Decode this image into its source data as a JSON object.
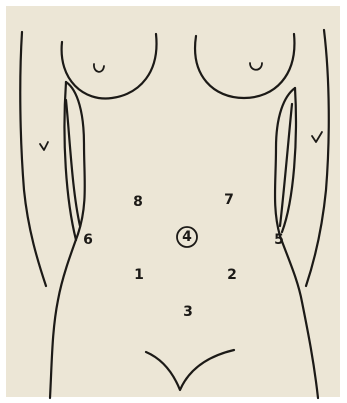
{
  "diagram": {
    "regions": [
      {
        "id": "region-1",
        "label": "1"
      },
      {
        "id": "region-2",
        "label": "2"
      },
      {
        "id": "region-3",
        "label": "3"
      },
      {
        "id": "region-4",
        "label": "4",
        "circled": true
      },
      {
        "id": "region-5",
        "label": "5"
      },
      {
        "id": "region-6",
        "label": "6"
      },
      {
        "id": "region-7",
        "label": "7"
      },
      {
        "id": "region-8",
        "label": "8"
      }
    ]
  },
  "colors": {
    "ink": "#1c1a17",
    "paper": "#ece6d6"
  }
}
